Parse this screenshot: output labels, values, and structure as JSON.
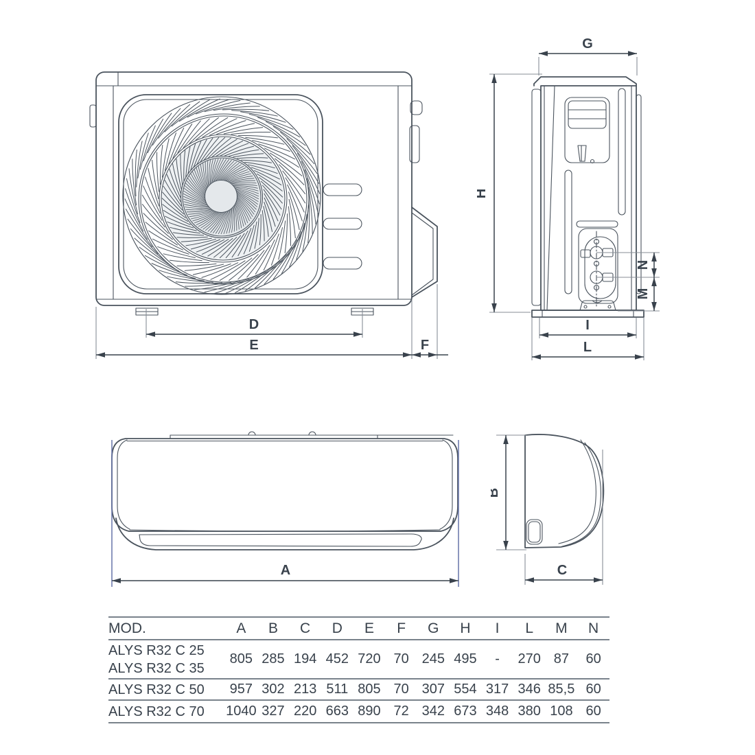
{
  "dims": {
    "A": "A",
    "B": "B",
    "C": "C",
    "D": "D",
    "E": "E",
    "F": "F",
    "G": "G",
    "H": "H",
    "I": "I",
    "L": "L",
    "M": "M",
    "N": "N"
  },
  "table": {
    "headers": [
      "MOD.",
      "A",
      "B",
      "C",
      "D",
      "E",
      "F",
      "G",
      "H",
      "I",
      "L",
      "M",
      "N"
    ],
    "rows": [
      {
        "models": [
          "ALYS R32 C 25",
          "ALYS R32 C 35"
        ],
        "values": [
          "805",
          "285",
          "194",
          "452",
          "720",
          "70",
          "245",
          "495",
          "-",
          "270",
          "87",
          "60"
        ]
      },
      {
        "models": [
          "ALYS R32 C 50"
        ],
        "values": [
          "957",
          "302",
          "213",
          "511",
          "805",
          "70",
          "307",
          "554",
          "317",
          "346",
          "85,5",
          "60"
        ]
      },
      {
        "models": [
          "ALYS R32 C 70"
        ],
        "values": [
          "1040",
          "327",
          "220",
          "663",
          "890",
          "72",
          "342",
          "673",
          "348",
          "380",
          "108",
          "60"
        ]
      }
    ]
  },
  "colors": {
    "line": "#4a535d",
    "dimension": "#39424c",
    "extension": "#878e96",
    "extension_blue": "#6674a8"
  }
}
